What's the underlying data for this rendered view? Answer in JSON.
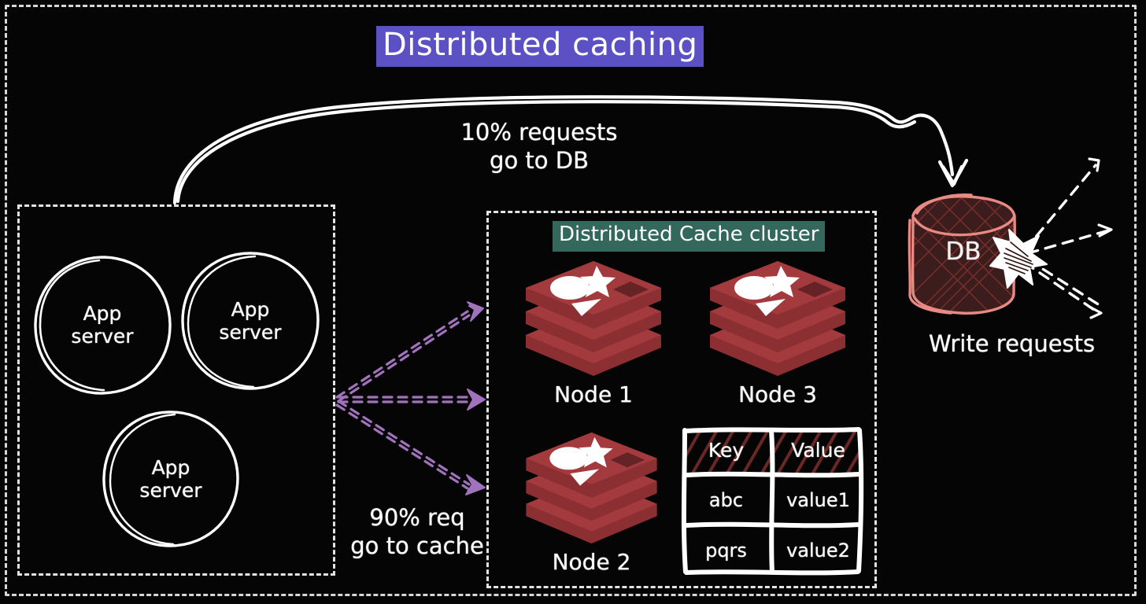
{
  "page": {
    "title": "Distributed caching",
    "title_bg": "#5b51c4",
    "background": "#050505"
  },
  "app_tier": {
    "servers": [
      {
        "line1": "App",
        "line2": "server"
      },
      {
        "line1": "App",
        "line2": "server"
      },
      {
        "line1": "App",
        "line2": "server"
      }
    ]
  },
  "cache_cluster": {
    "caption": "Distributed Cache cluster",
    "caption_bg": "#35685c",
    "nodes": [
      {
        "label": "Node 1"
      },
      {
        "label": "Node 3"
      },
      {
        "label": "Node 2"
      }
    ],
    "kv_table": {
      "headers": [
        "Key",
        "Value"
      ],
      "rows": [
        [
          "abc",
          "value1"
        ],
        [
          "pqrs",
          "value2"
        ]
      ]
    }
  },
  "database": {
    "label": "DB",
    "outline_color": "#e88a83",
    "write_label": "Write requests"
  },
  "annotations": {
    "to_db_line1": "10% requests",
    "to_db_line2": "go to DB",
    "to_cache_line1": "90% req",
    "to_cache_line2": "go to cache"
  },
  "colors": {
    "arrow_purple": "#a273bd",
    "redis_red": "#a33a3e",
    "stroke_white": "#ffffff"
  }
}
